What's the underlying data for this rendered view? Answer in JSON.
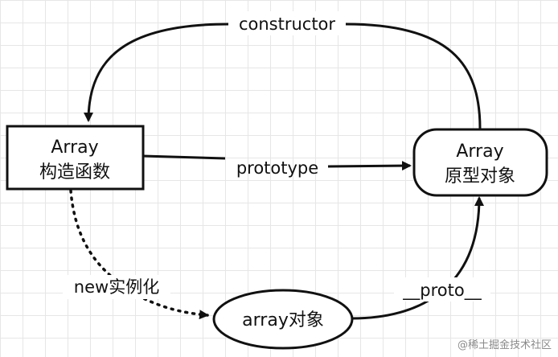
{
  "diagram": {
    "nodes": {
      "array_constructor": {
        "line1": "Array",
        "line2": "构造函数"
      },
      "array_prototype": {
        "line1": "Array",
        "line2": "原型对象"
      },
      "array_object": {
        "label": "array对象"
      }
    },
    "edges": {
      "constructor": "constructor",
      "prototype": "prototype",
      "new_instance": "new实例化",
      "proto": "__proto__"
    }
  },
  "watermark": "@稀土掘金技术社区",
  "colors": {
    "stroke": "#111111",
    "grid": "#e6e6e6",
    "background": "#ffffff"
  }
}
